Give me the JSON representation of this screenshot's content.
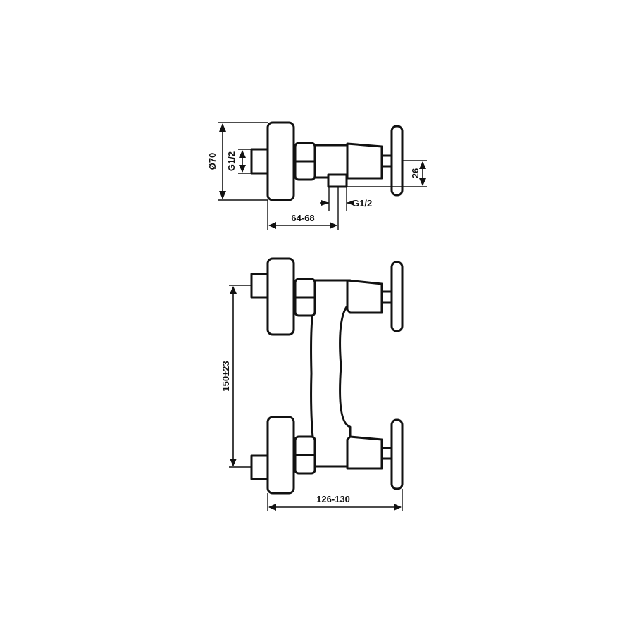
{
  "dimensions": {
    "flange_diameter": "Ø70",
    "inlet_thread": "G1/2",
    "outlet_thread": "G1/2",
    "handle_offset": "26",
    "projection": "64-68",
    "inlet_spacing": "150±23",
    "overall_width": "126-130"
  }
}
